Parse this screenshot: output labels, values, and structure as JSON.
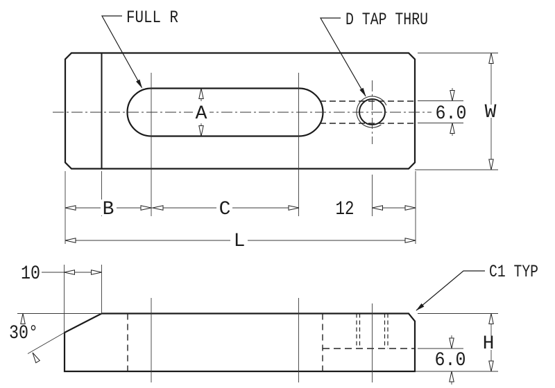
{
  "drawing": {
    "annotations": {
      "full_r": "FULL R",
      "d_tap_thru": "D TAP THRU",
      "c1_typ": "C1 TYP"
    },
    "dimensions": {
      "slot_width": "A",
      "plate_width": "W",
      "hidden_slot_width": "6.0",
      "end_offset": "B",
      "slot_length": "C",
      "hole_to_edge": "12",
      "overall_length": "L",
      "chamfer_length": "10",
      "chamfer_angle": "30°",
      "thickness": "H",
      "step_height": "6.0"
    },
    "line_color": "#1c1c1c",
    "background": "#ffffff"
  }
}
